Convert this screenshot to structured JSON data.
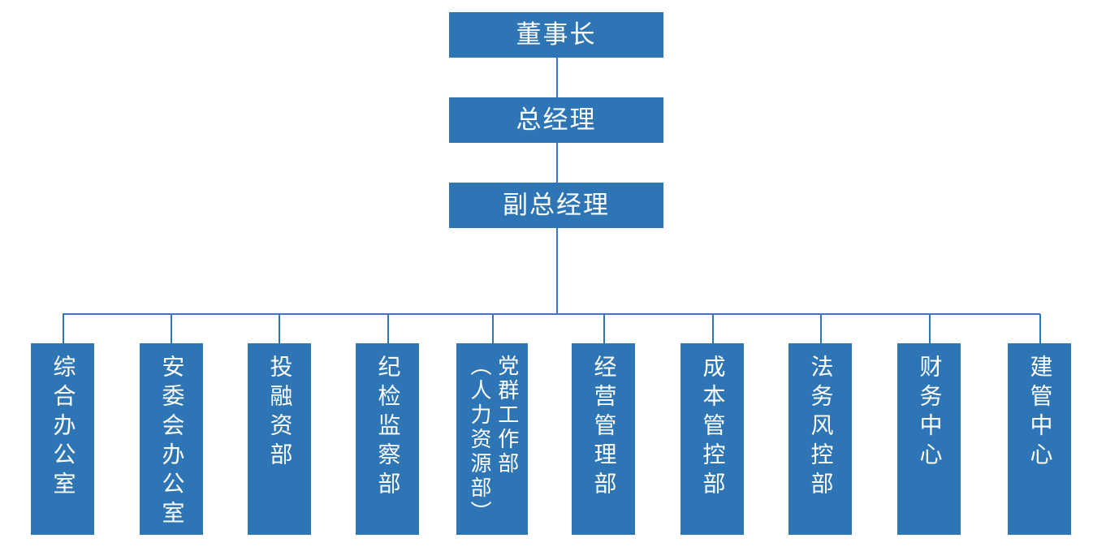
{
  "chart": {
    "title_text": "",
    "type": "organization-chart",
    "colors": {
      "node_fill": "#2E75B6",
      "node_text": "#FFFFFF",
      "connector_bus": "#4472C4",
      "connector_drop": "#2E75B6",
      "background": "#FFFFFF"
    },
    "levels": [
      {
        "level": 1,
        "nodes": [
          {
            "id": "chairman",
            "label": "董事长",
            "orientation": "horizontal"
          }
        ]
      },
      {
        "level": 2,
        "nodes": [
          {
            "id": "general-manager",
            "label": "总经理",
            "orientation": "horizontal"
          }
        ]
      },
      {
        "level": 3,
        "nodes": [
          {
            "id": "deputy-general-manager",
            "label": "副总经理",
            "orientation": "horizontal"
          }
        ]
      },
      {
        "level": 4,
        "nodes": [
          {
            "id": "general-office",
            "label": "综合办公室",
            "orientation": "vertical"
          },
          {
            "id": "safety-committee-office",
            "label": "安委会办公室",
            "orientation": "vertical"
          },
          {
            "id": "investment-financing-dept",
            "label": "投融资部",
            "orientation": "vertical"
          },
          {
            "id": "discipline-inspection-dept",
            "label": "纪检监察部",
            "orientation": "vertical"
          },
          {
            "id": "party-mass-work-dept",
            "label": "党群工作部",
            "label_secondary": "（人力资源部）",
            "orientation": "vertical",
            "wide": true
          },
          {
            "id": "operations-management-dept",
            "label": "经营管理部",
            "orientation": "vertical"
          },
          {
            "id": "cost-control-dept",
            "label": "成本管控部",
            "orientation": "vertical"
          },
          {
            "id": "legal-risk-control-dept",
            "label": "法务风控部",
            "orientation": "vertical"
          },
          {
            "id": "finance-center",
            "label": "财务中心",
            "orientation": "vertical"
          },
          {
            "id": "construction-management-center",
            "label": "建管中心",
            "orientation": "vertical"
          }
        ]
      }
    ]
  }
}
